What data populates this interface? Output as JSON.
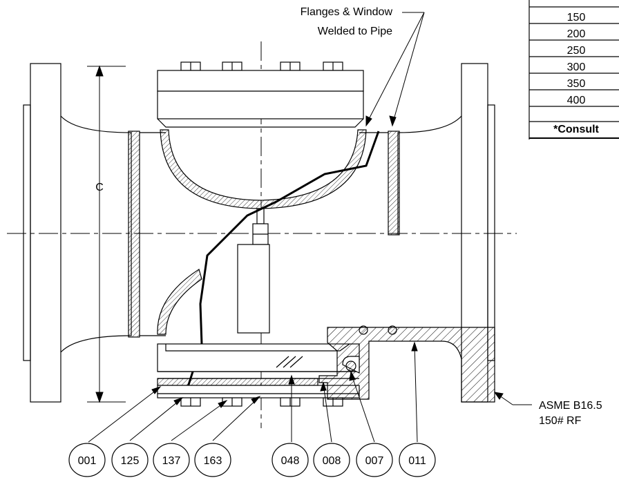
{
  "note_top": {
    "line1": "Flanges & Window",
    "line2": "Welded to Pipe"
  },
  "dimension_label": "C",
  "table_values": [
    "150",
    "200",
    "250",
    "300",
    "350",
    "400"
  ],
  "table_footer": "*Consult",
  "flange_note": {
    "line1": "ASME B16.5",
    "line2": "150# RF"
  },
  "callouts": [
    "001",
    "125",
    "137",
    "163",
    "048",
    "008",
    "007",
    "011"
  ],
  "colors": {
    "line": "#000000",
    "background": "#ffffff"
  }
}
